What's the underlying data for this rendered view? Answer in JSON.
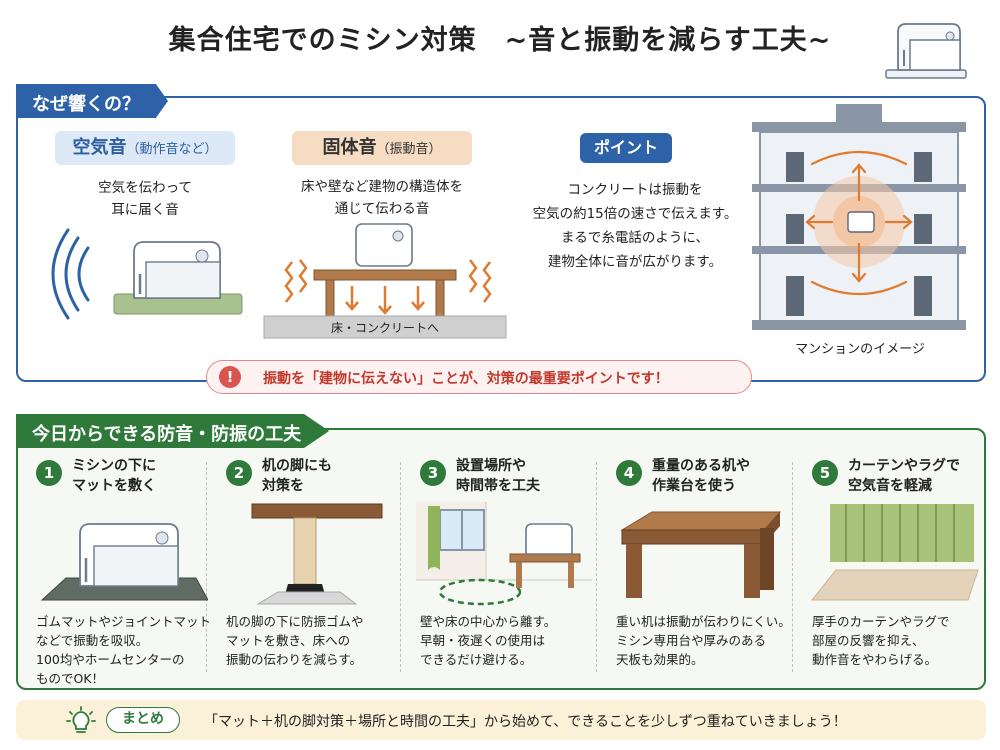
{
  "header": {
    "title": "集合住宅でのミシン対策　~音と振動を減らす工夫~"
  },
  "why": {
    "tab": "なぜ響くの？",
    "air": {
      "label": "空気音",
      "sub": "（動作音など）",
      "desc": "空気を伝わって\n耳に届く音"
    },
    "solid": {
      "label": "固体音",
      "sub": "（振動音）",
      "desc": "床や壁など建物の構造体を\n通じて伝わる音",
      "floor_label": "床・コンクリートへ"
    },
    "point": {
      "label": "ポイント",
      "desc": "コンクリートは振動を\n空気の約15倍の速さで伝えます。\nまるで糸電話のように、\n建物全体に音が広がります。"
    },
    "building_caption": "マンションのイメージ",
    "alert": {
      "icon": "!",
      "text": "振動を「建物に伝えない」ことが、対策の最重要ポイントです！"
    }
  },
  "tips": {
    "tab": "今日からできる防音・防振の工夫",
    "items": [
      {
        "num": "1",
        "title": "ミシンの下に\nマットを敷く",
        "desc": "ゴムマットやジョイントマット\nなどで振動を吸収。\n100均やホームセンターの\nものでOK！"
      },
      {
        "num": "2",
        "title": "机の脚にも\n対策を",
        "desc": "机の脚の下に防振ゴムや\nマットを敷き、床への\n振動の伝わりを減らす。"
      },
      {
        "num": "3",
        "title": "設置場所や\n時間帯を工夫",
        "desc": "壁や床の中心から離す。\n早朝・夜遅くの使用は\nできるだけ避ける。"
      },
      {
        "num": "4",
        "title": "重量のある机や\n作業台を使う",
        "desc": "重い机は振動が伝わりにくい。\nミシン専用台や厚みのある\n天板も効果的。"
      },
      {
        "num": "5",
        "title": "カーテンやラグで\n空気音を軽減",
        "desc": "厚手のカーテンやラグで\n部屋の反響を抑え、\n動作音をやわらげる。"
      }
    ]
  },
  "summary": {
    "label": "まとめ",
    "text": "「マット＋机の脚対策＋場所と時間の工夫」から始めて、できることを少しずつ重ねていきましょう！"
  },
  "colors": {
    "blue": "#2d62a8",
    "green": "#2f7a3b",
    "orange": "#e07a2e",
    "alert": "#c0392b"
  }
}
